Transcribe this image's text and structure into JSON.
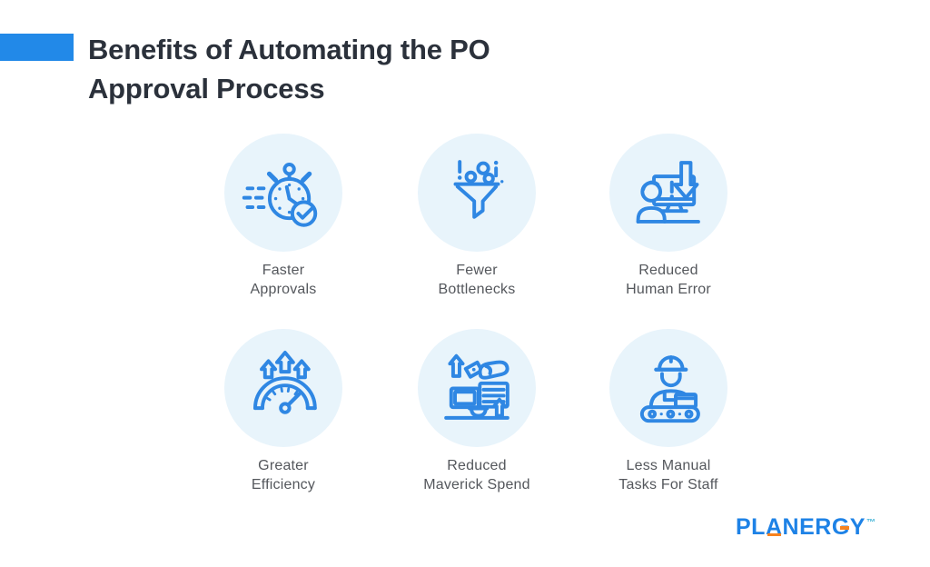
{
  "header": {
    "title_line1": "Benefits of Automating the PO",
    "title_line2": "Approval Process"
  },
  "benefits": [
    {
      "icon": "stopwatch-check-icon",
      "line1": "Faster",
      "line2": "Approvals"
    },
    {
      "icon": "funnel-bottleneck-icon",
      "line1": "Fewer",
      "line2": "Bottlenecks"
    },
    {
      "icon": "human-error-monitor-icon",
      "line1": "Reduced",
      "line2": "Human Error"
    },
    {
      "icon": "efficiency-gauge-icon",
      "line1": "Greater",
      "line2": "Efficiency"
    },
    {
      "icon": "maverick-spend-icon",
      "line1": "Reduced",
      "line2": "Maverick Spend"
    },
    {
      "icon": "worker-conveyor-icon",
      "line1": "Less Manual",
      "line2": "Tasks For Staff"
    }
  ],
  "footer": {
    "logo_part_pl": "PL",
    "logo_letter_a": "A",
    "logo_part_ner": "NER",
    "logo_letter_g": "G",
    "logo_part_y": "Y",
    "trademark": "™"
  },
  "colors": {
    "background": "#ffffff",
    "accent_blue": "#2289e8",
    "icon_blue": "#2f87e3",
    "bubble_bg": "#e8f4fb",
    "title_text": "#2b313b",
    "label_text": "#54575c",
    "logo_blue": "#1e82e6",
    "logo_orange": "#f7821e"
  }
}
